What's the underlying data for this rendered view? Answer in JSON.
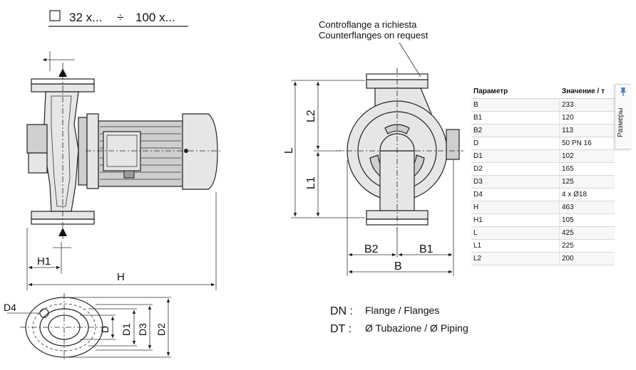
{
  "header": {
    "checkbox_icon": "empty-square-icon",
    "range_from": "32 x...",
    "range_sep": "÷",
    "range_to": "100 x..."
  },
  "notes": {
    "counterflange_it": "Controflange a richiesta",
    "counterflange_en": "Counterflanges on request",
    "dn_key": "DN :",
    "dn_value": "Flange / Flanges",
    "dt_key": "DT :",
    "dt_value": "Ø Tubazione / Ø Piping"
  },
  "labels": {
    "H1": "H1",
    "H": "H",
    "L": "L",
    "L1": "L1",
    "L2": "L2",
    "B": "B",
    "B1": "B1",
    "B2": "B2",
    "D": "D",
    "D1": "D1",
    "D2": "D2",
    "D3": "D3",
    "D4": "D4"
  },
  "spec_table": {
    "col_param": "Параметр",
    "col_value": "Значение / т",
    "rows": [
      {
        "param": "B",
        "value": "233"
      },
      {
        "param": "B1",
        "value": "120"
      },
      {
        "param": "B2",
        "value": "113"
      },
      {
        "param": "D",
        "value": "50 PN 16"
      },
      {
        "param": "D1",
        "value": "102"
      },
      {
        "param": "D2",
        "value": "165"
      },
      {
        "param": "D3",
        "value": "125"
      },
      {
        "param": "D4",
        "value": "4 x Ø18"
      },
      {
        "param": "H",
        "value": "463"
      },
      {
        "param": "H1",
        "value": "105"
      },
      {
        "param": "L",
        "value": "425"
      },
      {
        "param": "L1",
        "value": "225"
      },
      {
        "param": "L2",
        "value": "200"
      }
    ]
  },
  "side_tab": {
    "label": "Размеры",
    "icon": "pin-icon",
    "accent_color": "#4a7fc1"
  }
}
